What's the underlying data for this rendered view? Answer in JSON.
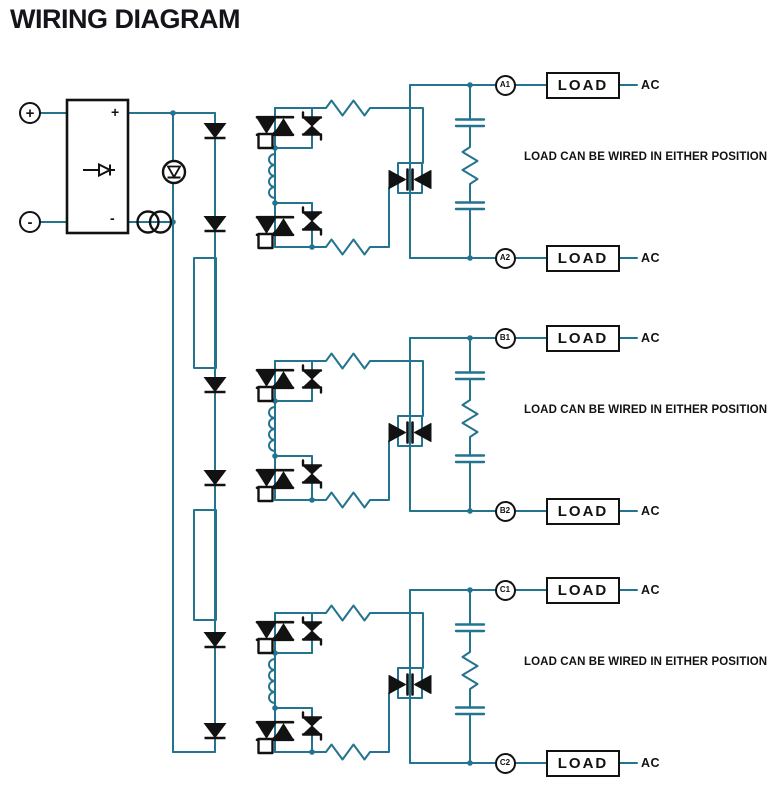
{
  "title": "WIRING DIAGRAM",
  "colors": {
    "wire_teal": "#24748F",
    "symbol_black": "#121212"
  },
  "input_block": {
    "positive_terminal": "+",
    "negative_terminal": "-",
    "bridge_positive": "+",
    "bridge_negative": "-"
  },
  "sections": [
    {
      "id": "A",
      "note": "LOAD CAN BE WIRED IN EITHER POSITION",
      "top": {
        "terminal": "A1",
        "load": "LOAD",
        "ac": "AC"
      },
      "bottom": {
        "terminal": "A2",
        "load": "LOAD",
        "ac": "AC"
      }
    },
    {
      "id": "B",
      "note": "LOAD CAN BE WIRED IN EITHER POSITION",
      "top": {
        "terminal": "B1",
        "load": "LOAD",
        "ac": "AC"
      },
      "bottom": {
        "terminal": "B2",
        "load": "LOAD",
        "ac": "AC"
      }
    },
    {
      "id": "C",
      "note": "LOAD CAN BE WIRED IN EITHER POSITION",
      "top": {
        "terminal": "C1",
        "load": "LOAD",
        "ac": "AC"
      },
      "bottom": {
        "terminal": "C2",
        "load": "LOAD",
        "ac": "AC"
      }
    }
  ]
}
